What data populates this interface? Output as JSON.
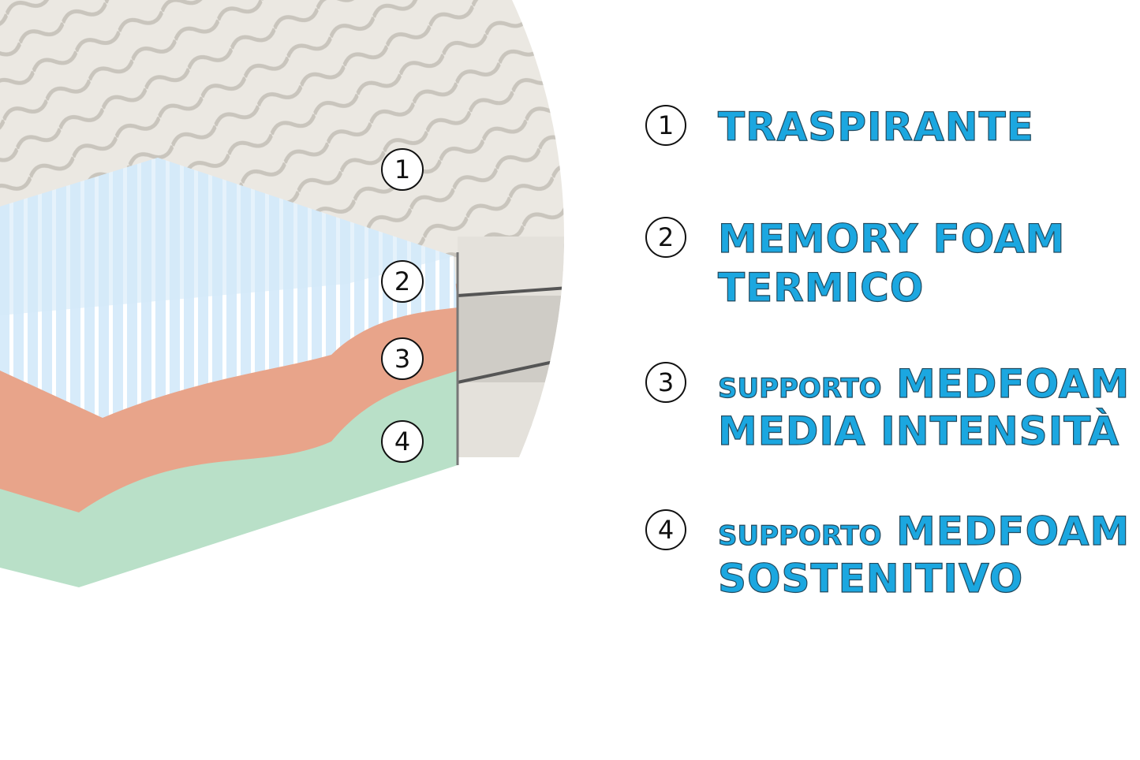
{
  "colors": {
    "accent": "#1ba7e0",
    "layer1": "#e9e6e0",
    "layer2": "#cfe6f7",
    "layer3": "#e8a48a",
    "layer4": "#b9e0c8"
  },
  "layers": [
    {
      "number": "1",
      "lines": [
        {
          "small": "",
          "big": "TRASPIRANTE"
        }
      ]
    },
    {
      "number": "2",
      "lines": [
        {
          "small": "",
          "big": "MEMORY FOAM"
        },
        {
          "small": "",
          "big": "TERMICO"
        }
      ]
    },
    {
      "number": "3",
      "lines": [
        {
          "small": "SUPPORTO",
          "big": "MEDFOAM"
        },
        {
          "small": "",
          "big": "MEDIA INTENSITÀ"
        }
      ]
    },
    {
      "number": "4",
      "lines": [
        {
          "small": "SUPPORTO",
          "big": "MEDFOAM"
        },
        {
          "small": "",
          "big": "SOSTENITIVO"
        }
      ]
    }
  ]
}
